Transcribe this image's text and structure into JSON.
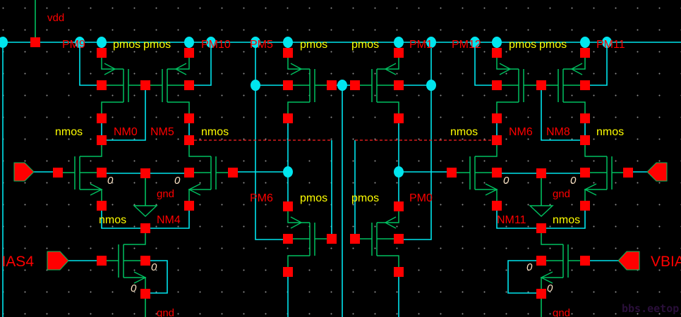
{
  "editor": "schematic",
  "colors": {
    "background": "#000000",
    "wire": "#00e5ee",
    "device": "#00c060",
    "pin": "#ff0000",
    "instance_label": "#ff0000",
    "model_label": "#ffff00",
    "param_label": "#ffe4c4"
  },
  "nets": {
    "vdd": "vdd",
    "gnd": [
      "gnd",
      "gnd",
      "gnd",
      "gnd"
    ]
  },
  "pins": {
    "left_bias": "IAS4",
    "right_bias": "VBIA"
  },
  "labels": {
    "top": [
      "PM9",
      "pmos",
      "pmos",
      "PM10",
      "PM5",
      "pmos",
      "pmos",
      "PM1",
      "PM12",
      "pmos",
      "pmos",
      "PM11"
    ],
    "mid": [
      "nmos",
      "NM0",
      "NM5",
      "nmos",
      "nmos",
      "NM6",
      "NM8",
      "nmos"
    ],
    "lower": [
      "PM6",
      "pmos",
      "pmos",
      "PM0"
    ],
    "tail": [
      "nmos",
      "NM4",
      "NM11",
      "nmos"
    ],
    "params": [
      "0",
      "0",
      "0",
      "0",
      "0",
      "0",
      "0",
      "0"
    ]
  },
  "watermark": "bbs.eetop.cn"
}
